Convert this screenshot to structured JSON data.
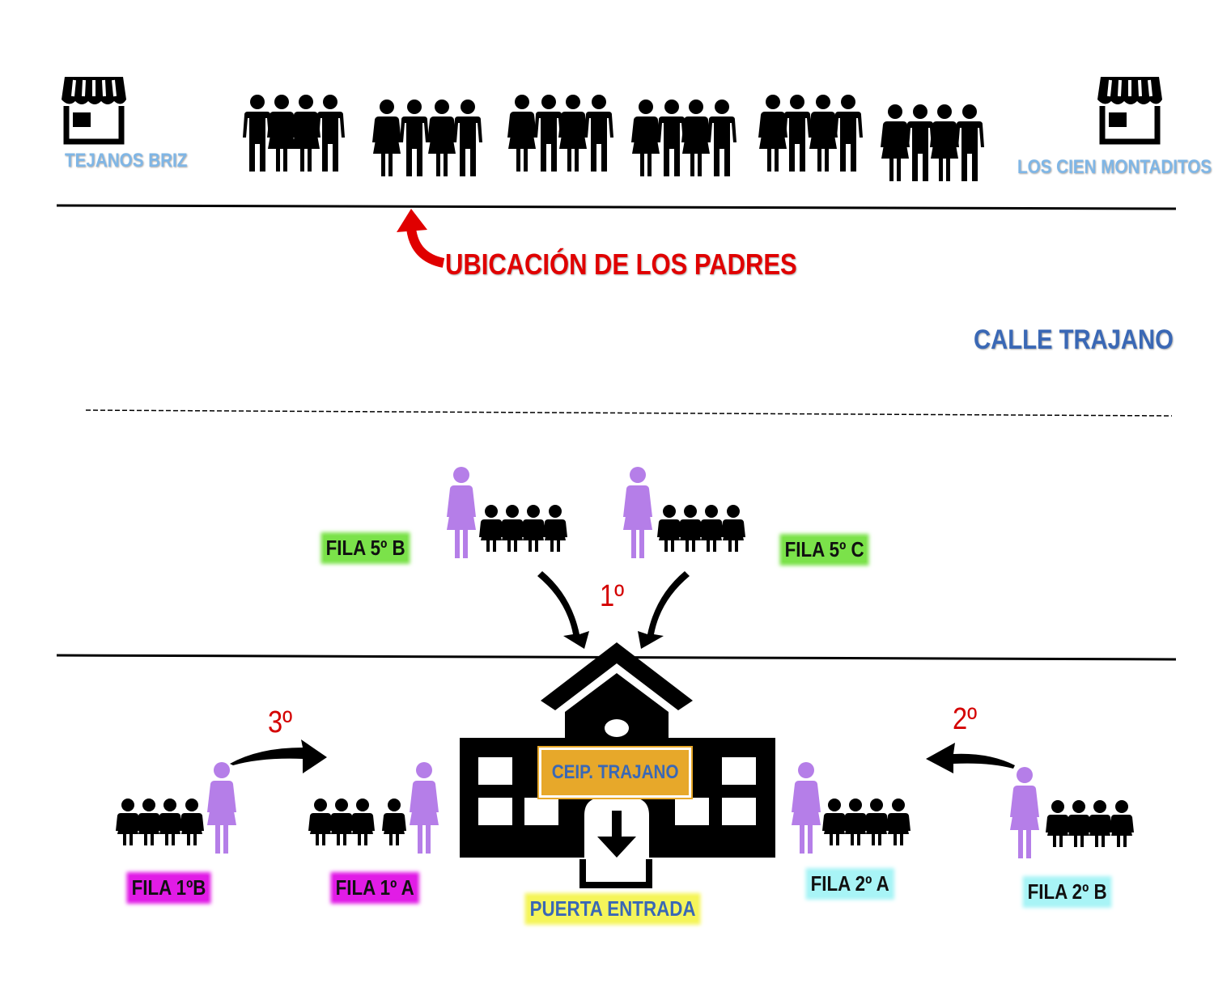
{
  "shops": {
    "left_label": "TEJANOS BRIZ",
    "right_label": "LOS CIEN MONTADITOS",
    "icon": "shop-icon"
  },
  "parents_label": "UBICACIÓN DE LOS PADRES",
  "street_label": "CALLE TRAJANO",
  "school_label": "CEIP. TRAJANO",
  "door_label": "PUERTA  ENTRADA",
  "steps": {
    "first": "1º",
    "second": "2º",
    "third": "3º"
  },
  "rows": {
    "fila_5b": "FILA 5º B",
    "fila_5c": "FILA 5º C",
    "fila_1b": "FILA 1ºB",
    "fila_1a": "FILA 1º A",
    "fila_2a": "FILA 2º A",
    "fila_2b": "FILA 2º B"
  },
  "colors": {
    "teacher": "#b57ee8",
    "fila_5": "#7be24a",
    "fila_1": "#e11ce6",
    "fila_2": "#a8f4f6",
    "door": "#f5f55a",
    "sign": "#e7a82a",
    "arrow_red": "#e00000"
  },
  "icons": [
    "shop-icon",
    "people-group-icon",
    "teacher-icon",
    "child-group-icon",
    "school-building-icon",
    "down-arrow-icon",
    "curved-arrow-icon"
  ]
}
